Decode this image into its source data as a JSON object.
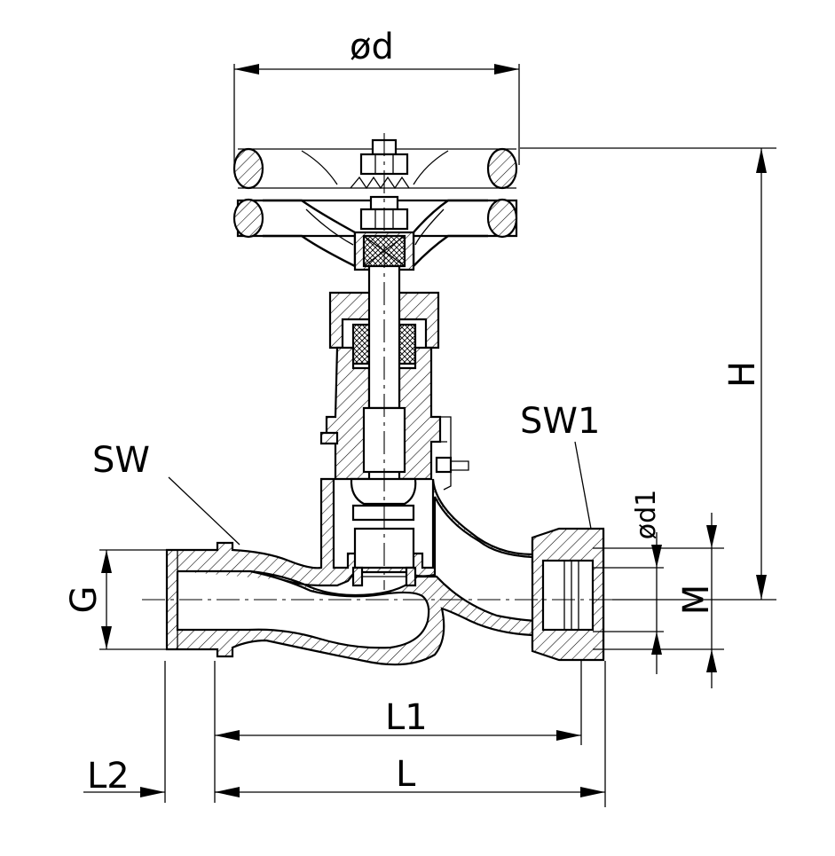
{
  "labels": {
    "handwheel_diameter": "ød",
    "height": "H",
    "thread": "G",
    "wrench_size": "SW",
    "wrench_size_1": "SW1",
    "bore_diameter": "ød1",
    "metric_thread": "M",
    "length_1": "L1",
    "length": "L",
    "length_2": "L2"
  }
}
